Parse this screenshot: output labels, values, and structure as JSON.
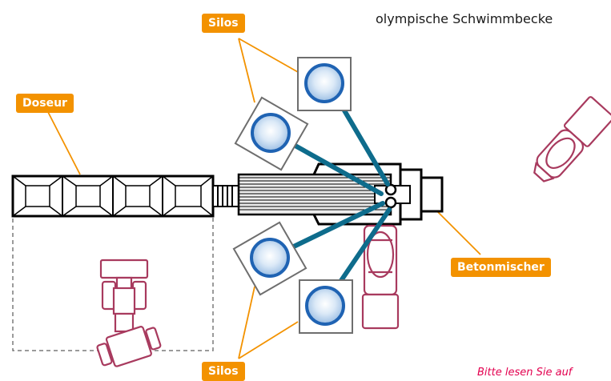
{
  "caption": {
    "text": "olympische Schwimmbecke"
  },
  "labels": {
    "silos_top": "Silos",
    "doseur": "Doseur",
    "betonmischer": "Betonmischer",
    "silos_bottom": "Silos"
  },
  "footnote": {
    "text": "Bitte lesen Sie auf"
  },
  "colors": {
    "label_bg": "#f39200",
    "silo_blue": "#1f63b3",
    "pipe_teal": "#0e6c8c",
    "vehicle": "#a83a5e",
    "footnote": "#e3004f"
  }
}
